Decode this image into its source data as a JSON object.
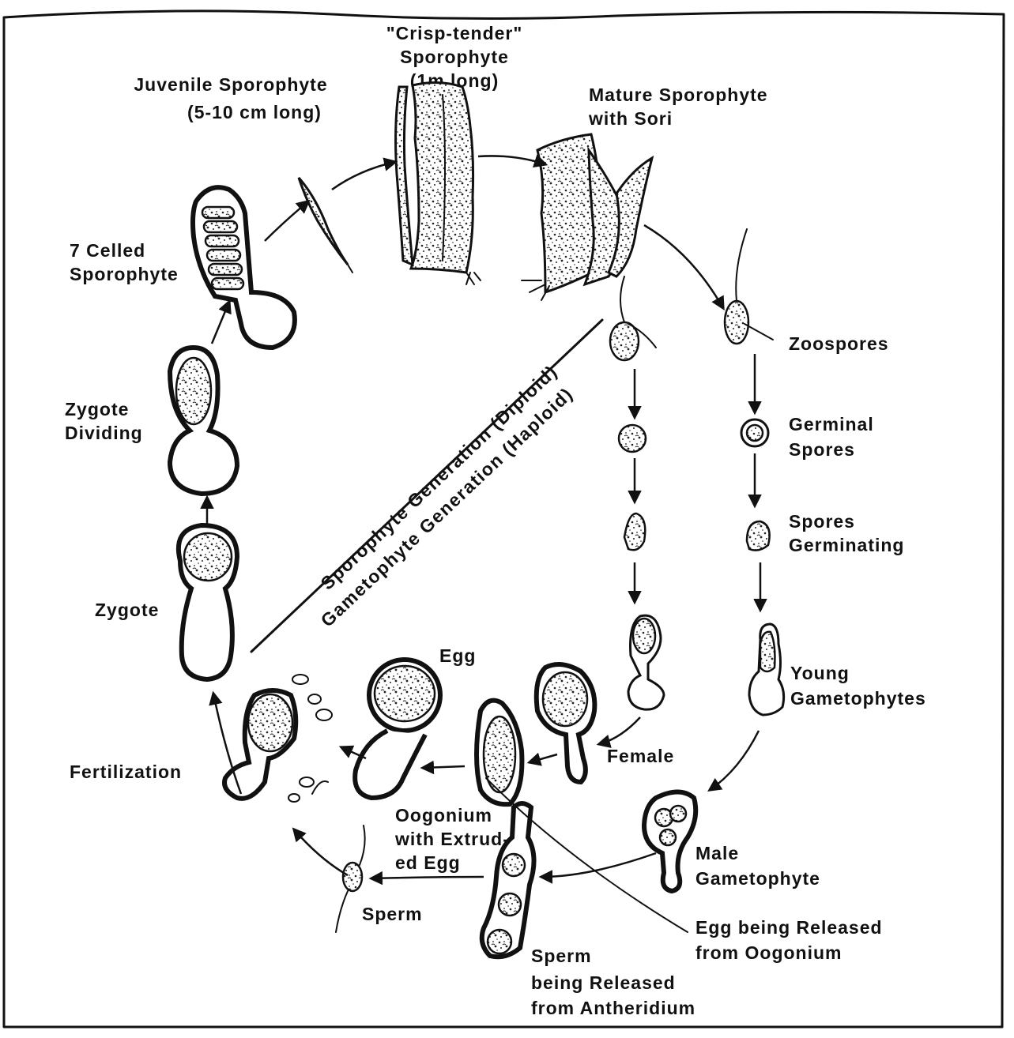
{
  "labels": {
    "crisp_tender": [
      "\"Crisp-tender\"",
      "Sporophyte",
      "(1m long)"
    ],
    "juvenile": [
      "Juvenile Sporophyte",
      "(5-10 cm long)"
    ],
    "mature": [
      "Mature Sporophyte",
      "with Sori"
    ],
    "seven_celled": [
      "7 Celled",
      "Sporophyte"
    ],
    "zoospores": "Zoospores",
    "germinal": [
      "Germinal",
      "Spores"
    ],
    "spores_germinating": [
      "Spores",
      "Germinating"
    ],
    "zygote_dividing": [
      "Zygote",
      "Dividing"
    ],
    "zygote": "Zygote",
    "young_gametophytes": [
      "Young",
      "Gametophytes"
    ],
    "egg": "Egg",
    "female": "Female",
    "fertilization": "Fertilization",
    "oogonium": [
      "Oogonium",
      "with Extrud-",
      "ed Egg"
    ],
    "male_gametophyte": [
      "Male",
      "Gametophyte"
    ],
    "sperm": "Sperm",
    "egg_released": [
      "Egg being Released",
      "from Oogonium"
    ],
    "sperm_released": [
      "Sperm",
      "being Released",
      "from Antheridium"
    ]
  },
  "generations": {
    "sporophyte": "Sporophyte Generation (Diploid)",
    "gametophyte": "Gametophyte Generation (Haploid)"
  }
}
